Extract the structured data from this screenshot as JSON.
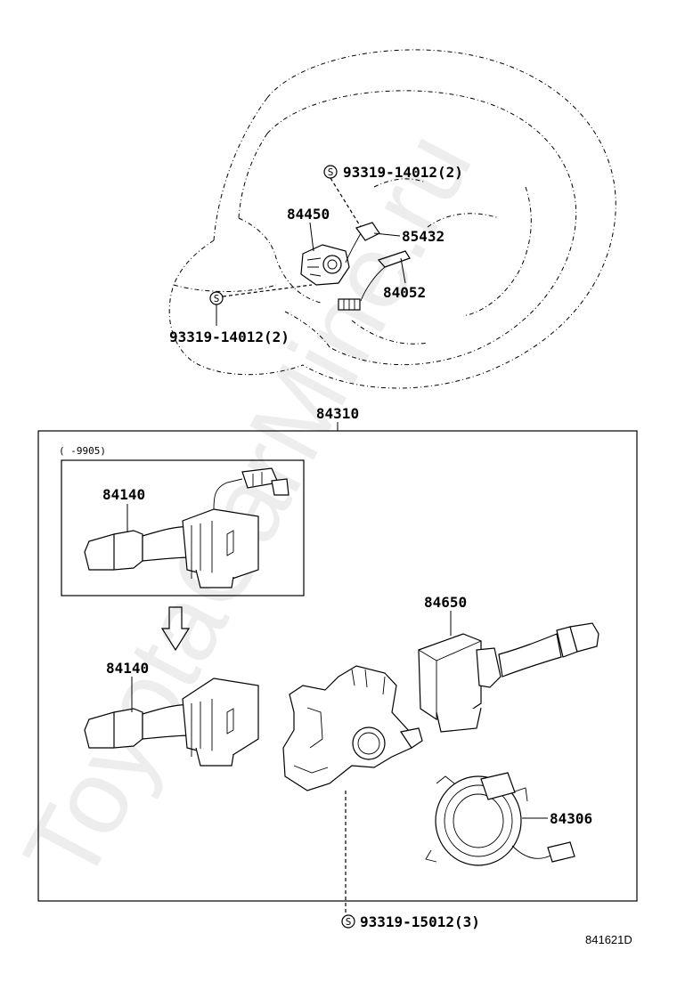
{
  "watermark": "ToyotaCarMine.ru",
  "figure_code": "841621D",
  "assembly": {
    "part_no": "84310",
    "date_range": "(      -9905)"
  },
  "callouts": {
    "screw_top": {
      "symbol": "S",
      "text": "93319-14012(2)"
    },
    "screw_left": {
      "symbol": "S",
      "text": "93319-14012(2)"
    },
    "screw_bottom": {
      "symbol": "S",
      "text": "93319-15012(3)"
    },
    "p84450": "84450",
    "p85432": "85432",
    "p84052": "84052",
    "p84140_old": "84140",
    "p84140_new": "84140",
    "p84650": "84650",
    "p84306": "84306"
  }
}
